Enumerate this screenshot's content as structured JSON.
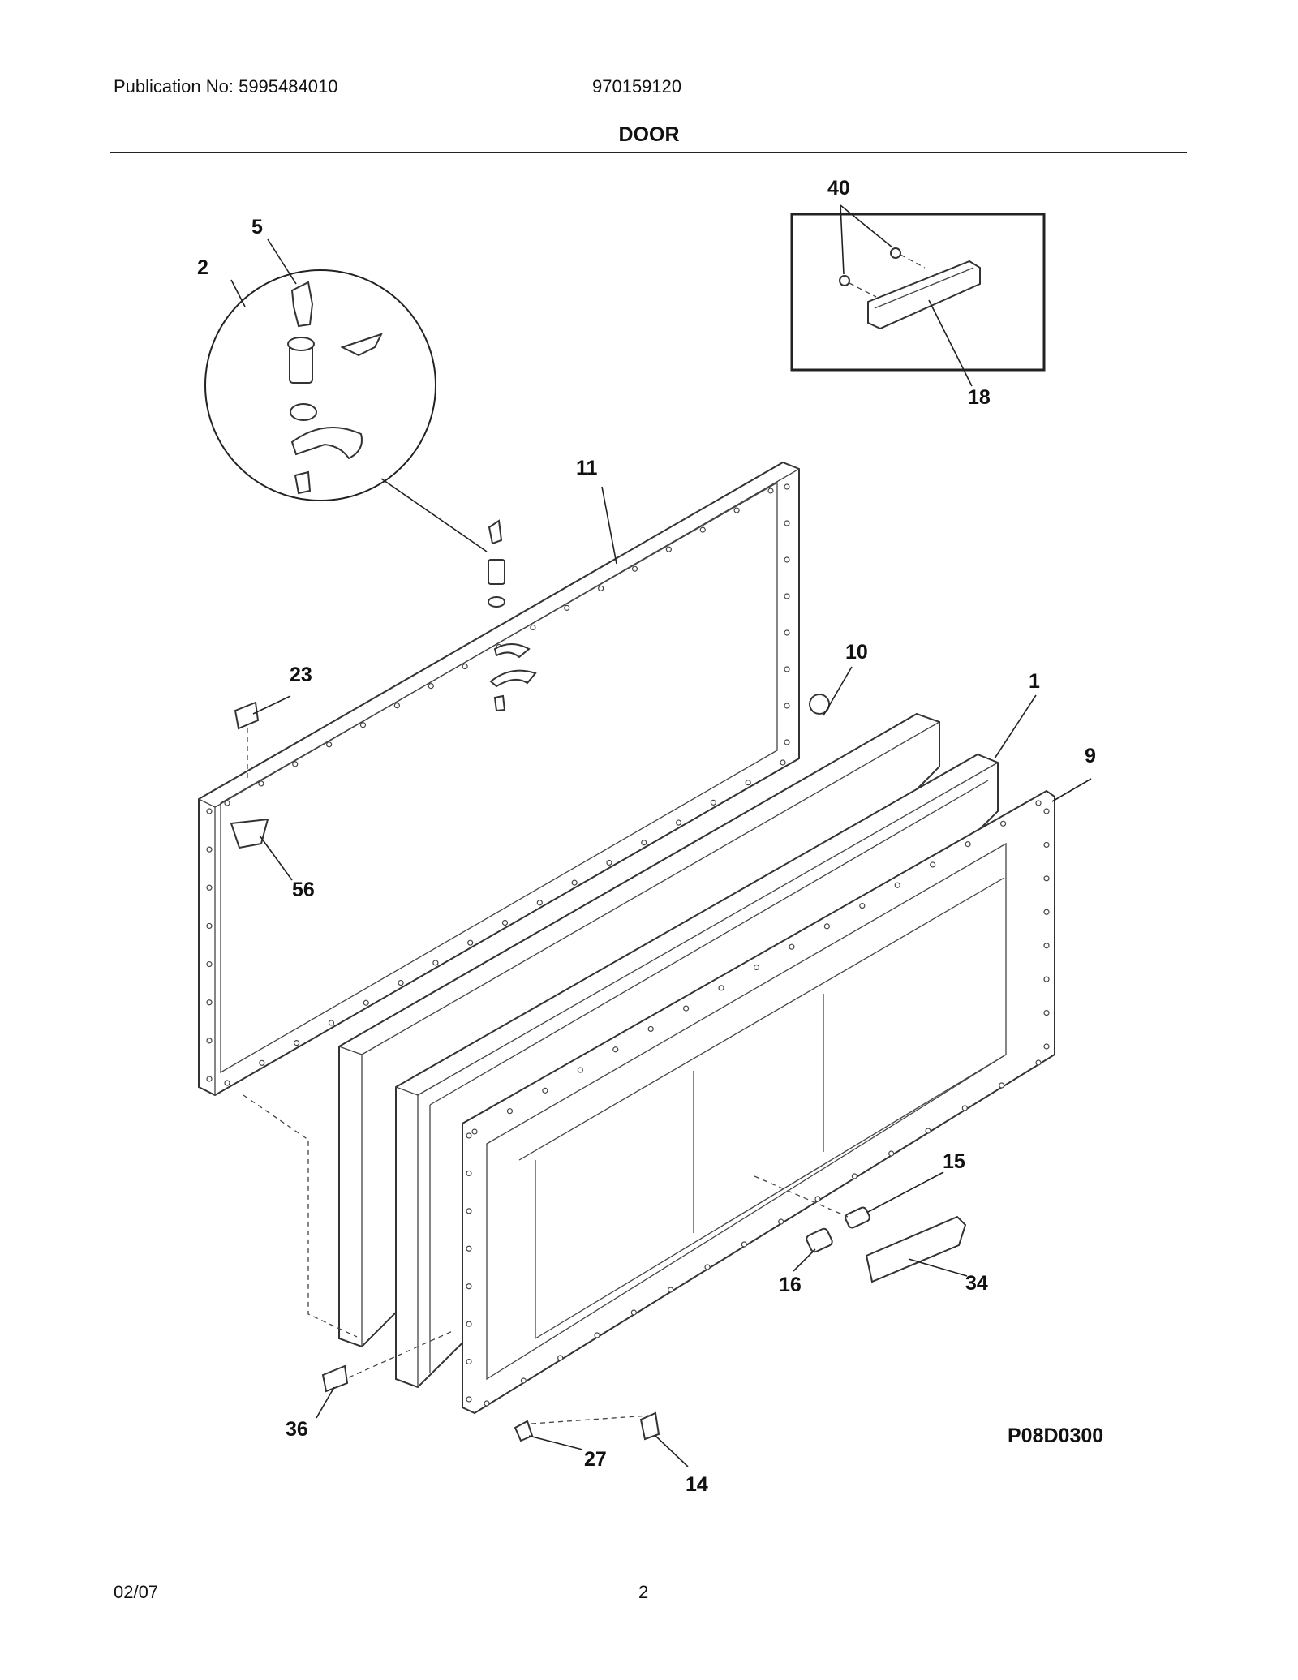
{
  "header": {
    "publication": "Publication No: 5995484010",
    "model": "970159120",
    "title": "DOOR"
  },
  "footer": {
    "date": "02/07",
    "page": "2"
  },
  "diagram": {
    "code": "P08D0300",
    "callouts": {
      "c40": "40",
      "c5": "5",
      "c2": "2",
      "c18": "18",
      "c11": "11",
      "c23": "23",
      "c10": "10",
      "c1": "1",
      "c9": "9",
      "c56": "56",
      "c15": "15",
      "c16": "16",
      "c34": "34",
      "c36": "36",
      "c27": "27",
      "c14": "14"
    }
  }
}
